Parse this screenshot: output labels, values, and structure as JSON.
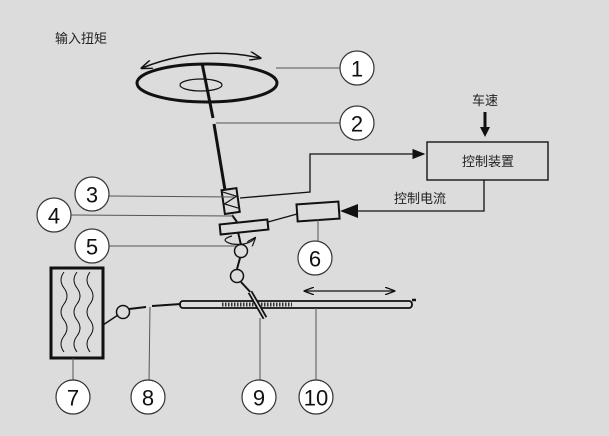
{
  "title_text": "输入扭矩",
  "vehicle_speed": "车速",
  "control_unit": "控制装置",
  "control_current": "控制电流",
  "callouts": [
    "1",
    "2",
    "3",
    "4",
    "5",
    "6",
    "7",
    "8",
    "9",
    "10"
  ],
  "colors": {
    "background": "#dcdcdc",
    "line": "#111111",
    "box_fill": "#dcdcdc"
  }
}
